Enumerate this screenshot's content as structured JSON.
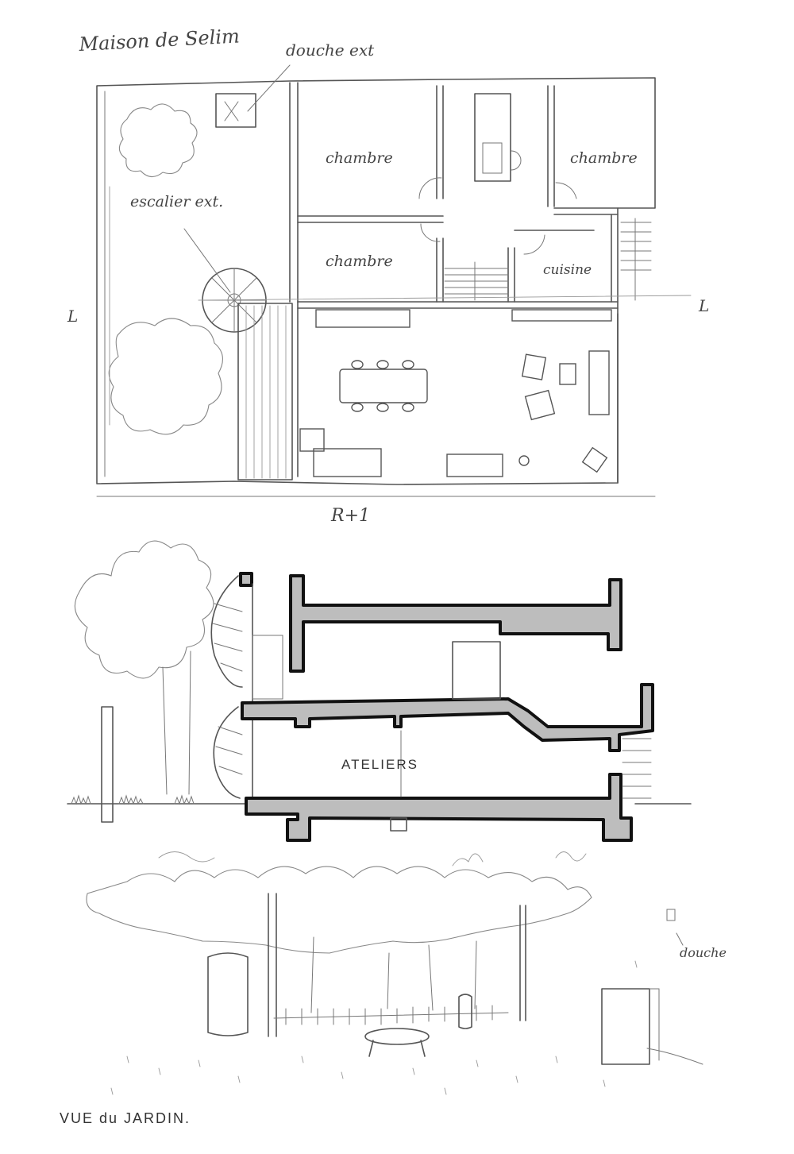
{
  "sheet": {
    "title": "Maison de Selim"
  },
  "plan": {
    "level_label": "R+1",
    "annotations": {
      "outdoor_shower": "douche ext",
      "outdoor_stair": "escalier ext."
    },
    "rooms": [
      {
        "label": "chambre"
      },
      {
        "label": "chambre"
      },
      {
        "label": "chambre"
      },
      {
        "label": "cuisine"
      }
    ],
    "section_marks": [
      "L",
      "L"
    ]
  },
  "section": {
    "label": "ATELIERS"
  },
  "garden_view": {
    "title": "VUE du JARDIN.",
    "annotation": "douche"
  }
}
